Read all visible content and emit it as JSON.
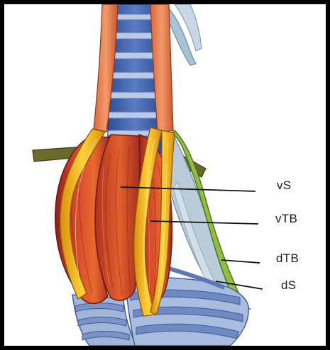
{
  "labels": {
    "vS": "vS",
    "vTB": "vTB",
    "dTB": "dTB",
    "dS": "dS"
  },
  "colors": {
    "background": "#ffffff",
    "frame": "#000000",
    "trachea_blue": "#4a69b0",
    "trachea_light": "#9fb3d9",
    "muscle_red": "#c0392b",
    "muscle_orange": "#e0703a",
    "tendon_yellow": "#f2b51c",
    "green_band": "#86b83c",
    "grey_blue": "#b8cad6",
    "bronchus_blue": "#7d95c7",
    "olive_rod": "#6b6a2a",
    "leader_line": "#111111"
  }
}
